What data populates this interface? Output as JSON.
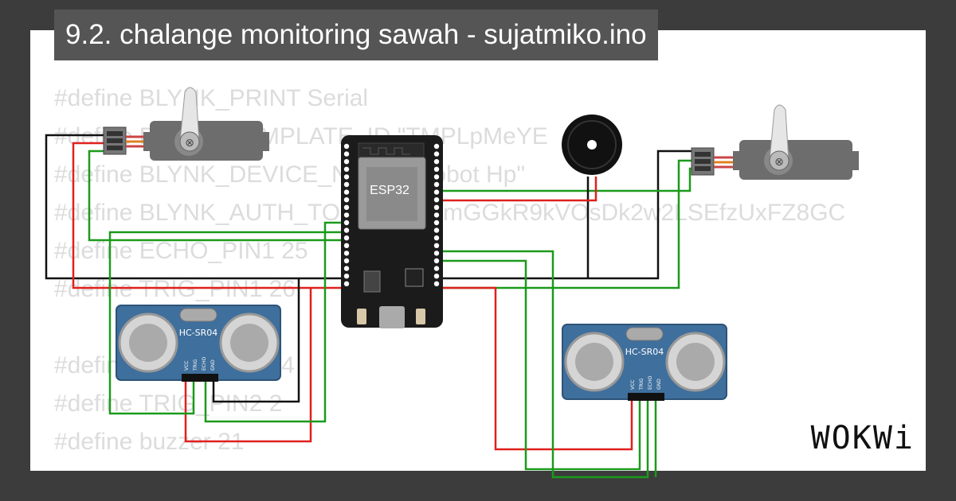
{
  "page": {
    "title": "9.2. chalange monitoring sawah - sujatmiko.ino"
  },
  "code_lines": [
    "#define BLYNK_PRINT Serial",
    "#define BLYNK_TEMPLATE_ID \"TMPLpMeYE",
    "#define BLYNK_DEVICE_NAME \"Robot Hp\"",
    "#define BLYNK_AUTH_TOKEN \"2pJmGGkR9kVOsDk2w2LSEfzUxFZ8GC",
    "#define ECHO_PIN1 25",
    "#define TRIG_PIN1 26",
    "",
    "#define ECHO_PIN2 4",
    "#define TRIG_PIN2 2",
    "#define buzzer 21"
  ],
  "components": {
    "esp32_label": "ESP32",
    "sensor1_label": "HC-SR04",
    "sensor2_label": "HC-SR04",
    "pin_vcc": "VCC",
    "pin_trig": "TRIG",
    "pin_echo": "ECHO",
    "pin_gnd": "GND"
  },
  "branding": {
    "logo": "WOKWi"
  },
  "colors": {
    "wire_black": "#111111",
    "wire_red": "#e0201e",
    "wire_green": "#1b9a1b",
    "board": "#1b1b1b",
    "sensor_blue": "#3f6f9c",
    "servo_gray": "#6d6d6d"
  }
}
